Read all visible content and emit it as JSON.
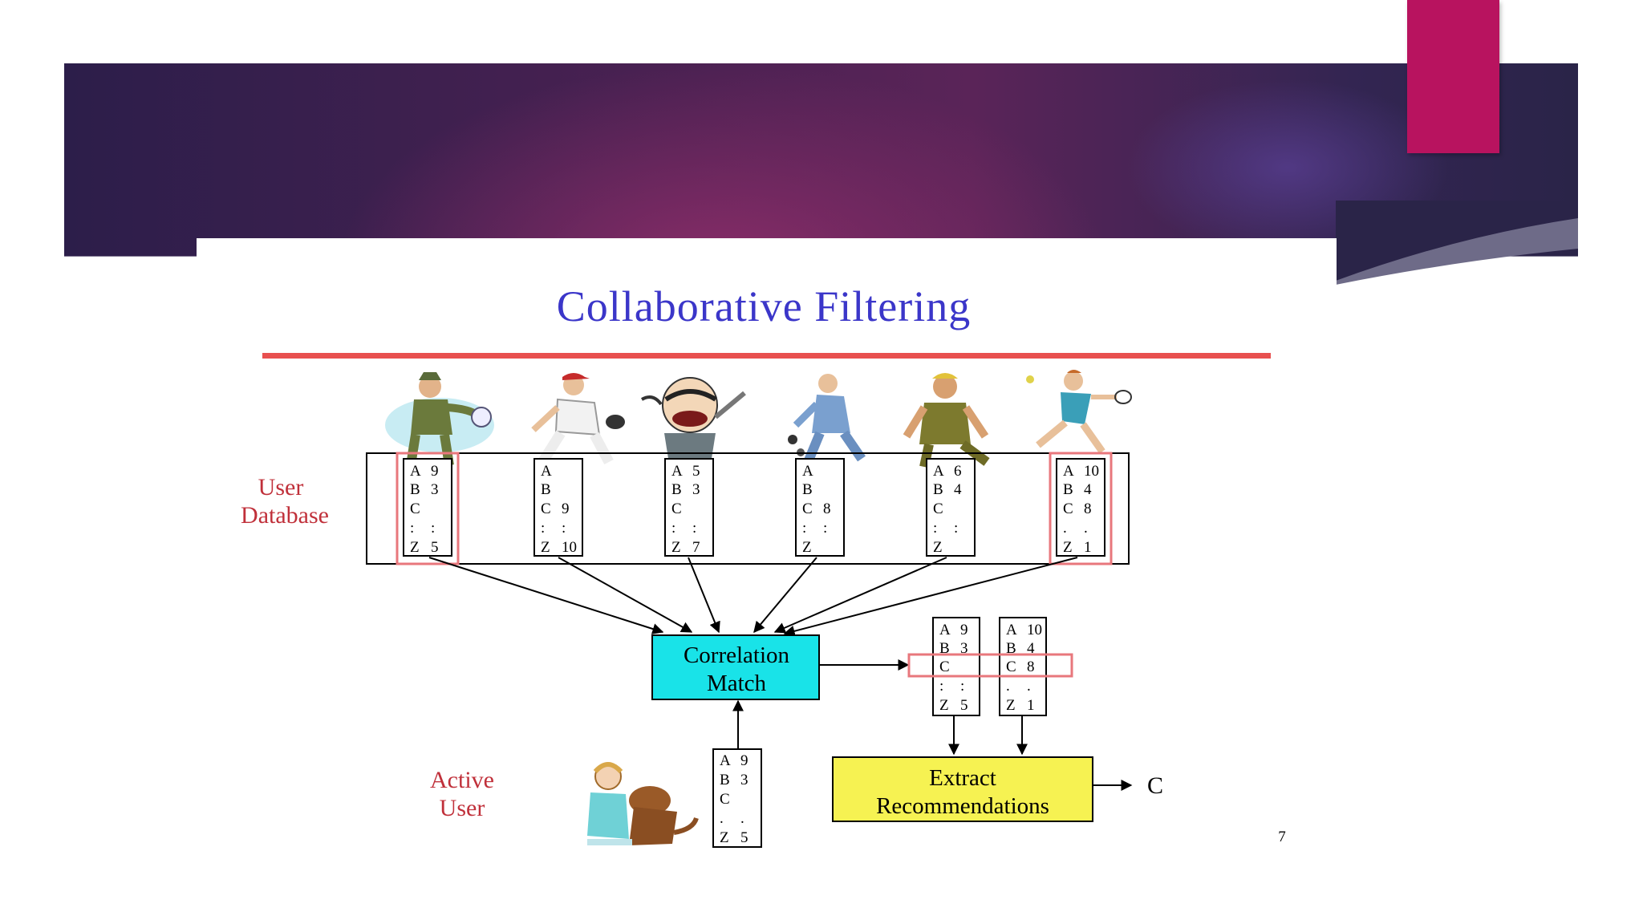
{
  "slide": {
    "title": "Collaborative Filtering",
    "user_database_label": [
      "User",
      "Database"
    ],
    "active_user_label": [
      "Active",
      "User"
    ],
    "correlation_match_label": [
      "Correlation",
      "Match"
    ],
    "extract_label": [
      "Extract",
      "Recommendations"
    ],
    "output_label": "C",
    "page_number": "7"
  },
  "colors": {
    "accent_tab": "#b8135f",
    "title": "#3b36c9",
    "label_red": "#c0303a",
    "divider": "#e8504f",
    "highlight": "#e8777c",
    "correlation_fill": "#19e3e8",
    "extract_fill": "#f6f252"
  },
  "icons": [
    "gardener-figure-icon",
    "baseball-player-icon",
    "cartoon-character-icon",
    "businessman-bowling-icon",
    "worker-figure-icon",
    "tennis-player-icon",
    "woman-with-dog-icon"
  ],
  "user_columns": [
    {
      "rows": [
        [
          "A",
          "9"
        ],
        [
          "B",
          "3"
        ],
        [
          "C",
          ""
        ],
        [
          ":",
          ":"
        ],
        [
          "Z",
          "5"
        ]
      ],
      "highlighted": true
    },
    {
      "rows": [
        [
          "A",
          ""
        ],
        [
          "B",
          ""
        ],
        [
          "C",
          "9"
        ],
        [
          ":",
          ":"
        ],
        [
          "Z",
          "10"
        ]
      ],
      "highlighted": false
    },
    {
      "rows": [
        [
          "A",
          "5"
        ],
        [
          "B",
          "3"
        ],
        [
          "C",
          ""
        ],
        [
          ":",
          ":"
        ],
        [
          "Z",
          "7"
        ]
      ],
      "highlighted": false
    },
    {
      "rows": [
        [
          "A",
          ""
        ],
        [
          "B",
          ""
        ],
        [
          "C",
          "8"
        ],
        [
          ":",
          ":"
        ],
        [
          "Z",
          ""
        ]
      ],
      "highlighted": false
    },
    {
      "rows": [
        [
          "A",
          "6"
        ],
        [
          "B",
          "4"
        ],
        [
          "C",
          ""
        ],
        [
          ":",
          ":"
        ],
        [
          "Z",
          ""
        ]
      ],
      "highlighted": false
    },
    {
      "rows": [
        [
          "A",
          "10"
        ],
        [
          "B",
          "4"
        ],
        [
          "C",
          "8"
        ],
        [
          ".",
          "."
        ],
        [
          "Z",
          "1"
        ]
      ],
      "highlighted": true
    }
  ],
  "matched_columns": [
    {
      "rows": [
        [
          "A",
          "9"
        ],
        [
          "B",
          "3"
        ],
        [
          "C",
          ""
        ],
        [
          ":",
          ":"
        ],
        [
          "Z",
          "5"
        ]
      ]
    },
    {
      "rows": [
        [
          "A",
          "10"
        ],
        [
          "B",
          "4"
        ],
        [
          "C",
          "8"
        ],
        [
          ".",
          "."
        ],
        [
          "Z",
          "1"
        ]
      ]
    }
  ],
  "active_user_column": {
    "rows": [
      [
        "A",
        "9"
      ],
      [
        "B",
        "3"
      ],
      [
        "C",
        ""
      ],
      [
        ".",
        "."
      ],
      [
        "Z",
        "5"
      ]
    ]
  }
}
